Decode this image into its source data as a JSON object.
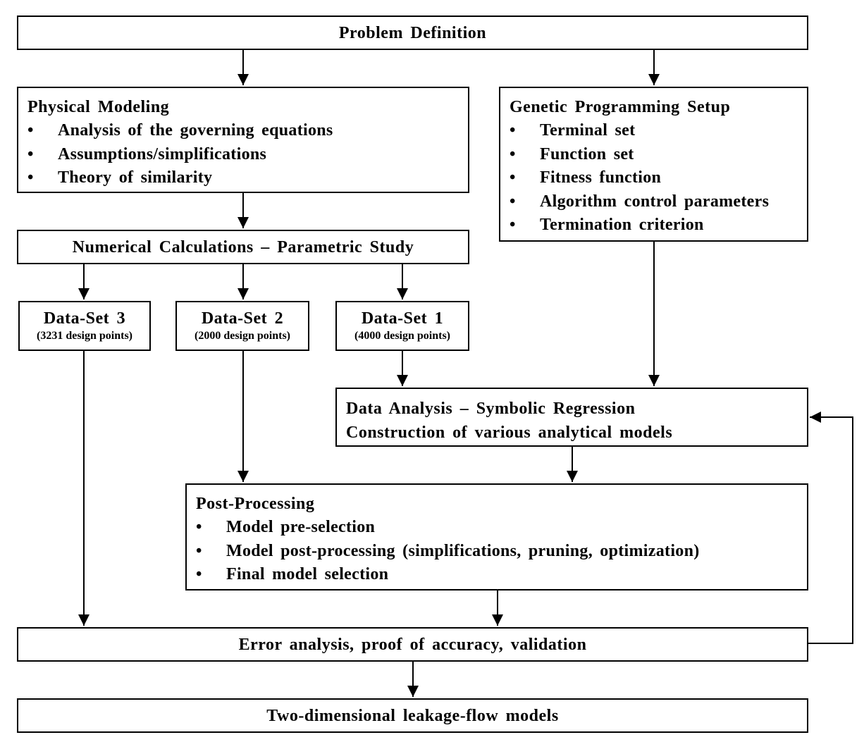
{
  "problem_definition": "Problem Definition",
  "physical_modeling": {
    "title": "Physical Modeling",
    "items": [
      "Analysis of the governing equations",
      "Assumptions/simplifications",
      "Theory of similarity"
    ]
  },
  "gp_setup": {
    "title": "Genetic Programming Setup",
    "items": [
      "Terminal set",
      "Function set",
      "Fitness function",
      "Algorithm control parameters",
      "Termination criterion"
    ]
  },
  "numerical_calculations": "Numerical Calculations – Parametric Study",
  "datasets": [
    {
      "title": "Data-Set 3",
      "points": "(3231 design points)"
    },
    {
      "title": "Data-Set 2",
      "points": "(2000 design points)"
    },
    {
      "title": "Data-Set 1",
      "points": "(4000 design points)"
    }
  ],
  "data_analysis": {
    "line1": "Data Analysis – Symbolic Regression",
    "line2": "Construction of various analytical models"
  },
  "post_processing": {
    "title": "Post-Processing",
    "items": [
      "Model pre-selection",
      "Model post-processing (simplifications, pruning, optimization)",
      "Final model selection"
    ]
  },
  "error_analysis": "Error analysis, proof of accuracy, validation",
  "final_models": "Two-dimensional leakage-flow models",
  "bullet_glyph": "•"
}
